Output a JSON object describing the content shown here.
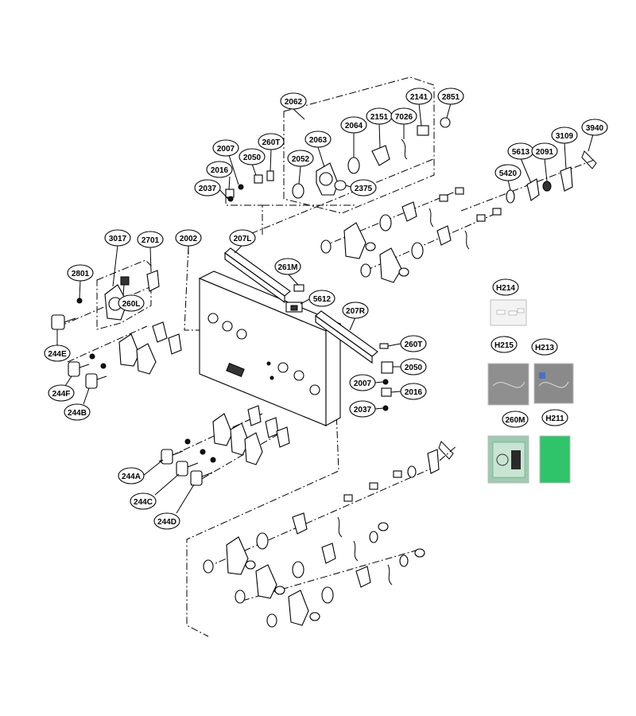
{
  "diagram": {
    "labels": [
      {
        "id": "2062",
        "name": "label-2062"
      },
      {
        "id": "2141",
        "name": "label-2141"
      },
      {
        "id": "2851",
        "name": "label-2851"
      },
      {
        "id": "2064",
        "name": "label-2064"
      },
      {
        "id": "2151",
        "name": "label-2151"
      },
      {
        "id": "7026",
        "name": "label-7026"
      },
      {
        "id": "2063",
        "name": "label-2063"
      },
      {
        "id": "260T",
        "name": "label-260t-top"
      },
      {
        "id": "2007",
        "name": "label-2007-top"
      },
      {
        "id": "2050",
        "name": "label-2050-top"
      },
      {
        "id": "2052",
        "name": "label-2052"
      },
      {
        "id": "2016",
        "name": "label-2016-top"
      },
      {
        "id": "2037",
        "name": "label-2037-top"
      },
      {
        "id": "2375",
        "name": "label-2375"
      },
      {
        "id": "3940",
        "name": "label-3940"
      },
      {
        "id": "3109",
        "name": "label-3109"
      },
      {
        "id": "5613",
        "name": "label-5613"
      },
      {
        "id": "2091",
        "name": "label-2091"
      },
      {
        "id": "5420",
        "name": "label-5420"
      },
      {
        "id": "3017",
        "name": "label-3017"
      },
      {
        "id": "2701",
        "name": "label-2701"
      },
      {
        "id": "2002",
        "name": "label-2002"
      },
      {
        "id": "207L",
        "name": "label-207l"
      },
      {
        "id": "261M",
        "name": "label-261m"
      },
      {
        "id": "2801",
        "name": "label-2801"
      },
      {
        "id": "260L",
        "name": "label-260l"
      },
      {
        "id": "5612",
        "name": "label-5612"
      },
      {
        "id": "207R",
        "name": "label-207r"
      },
      {
        "id": "244E",
        "name": "label-244e"
      },
      {
        "id": "244F",
        "name": "label-244f"
      },
      {
        "id": "244B",
        "name": "label-244b"
      },
      {
        "id": "260T",
        "name": "label-260t-right"
      },
      {
        "id": "2050",
        "name": "label-2050-right"
      },
      {
        "id": "2007",
        "name": "label-2007-right"
      },
      {
        "id": "2016",
        "name": "label-2016-right"
      },
      {
        "id": "2037",
        "name": "label-2037-right"
      },
      {
        "id": "244A",
        "name": "label-244a"
      },
      {
        "id": "244C",
        "name": "label-244c"
      },
      {
        "id": "244D",
        "name": "label-244d"
      },
      {
        "id": "H214",
        "name": "label-h214"
      },
      {
        "id": "H215",
        "name": "label-h215"
      },
      {
        "id": "H213",
        "name": "label-h213"
      },
      {
        "id": "260M",
        "name": "label-260m"
      },
      {
        "id": "H211",
        "name": "label-h211"
      }
    ]
  },
  "colors": {
    "line": "#000000",
    "background": "#ffffff",
    "photo_green": "#2fc46a",
    "photo_gray": "#8f8f8f",
    "board_pcb": "#9fc9b0"
  }
}
